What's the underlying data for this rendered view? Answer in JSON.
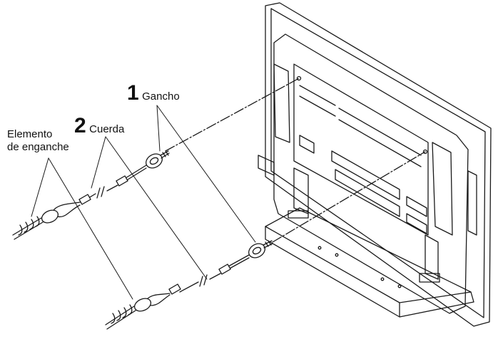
{
  "labels": {
    "hook_number": "1",
    "hook_text": "Gancho",
    "cord_number": "2",
    "cord_text": "Cuerda",
    "anchor_line1": "Elemento",
    "anchor_line2": "de enganche"
  },
  "colors": {
    "line": "#1a1a1a",
    "fill": "#ffffff"
  }
}
